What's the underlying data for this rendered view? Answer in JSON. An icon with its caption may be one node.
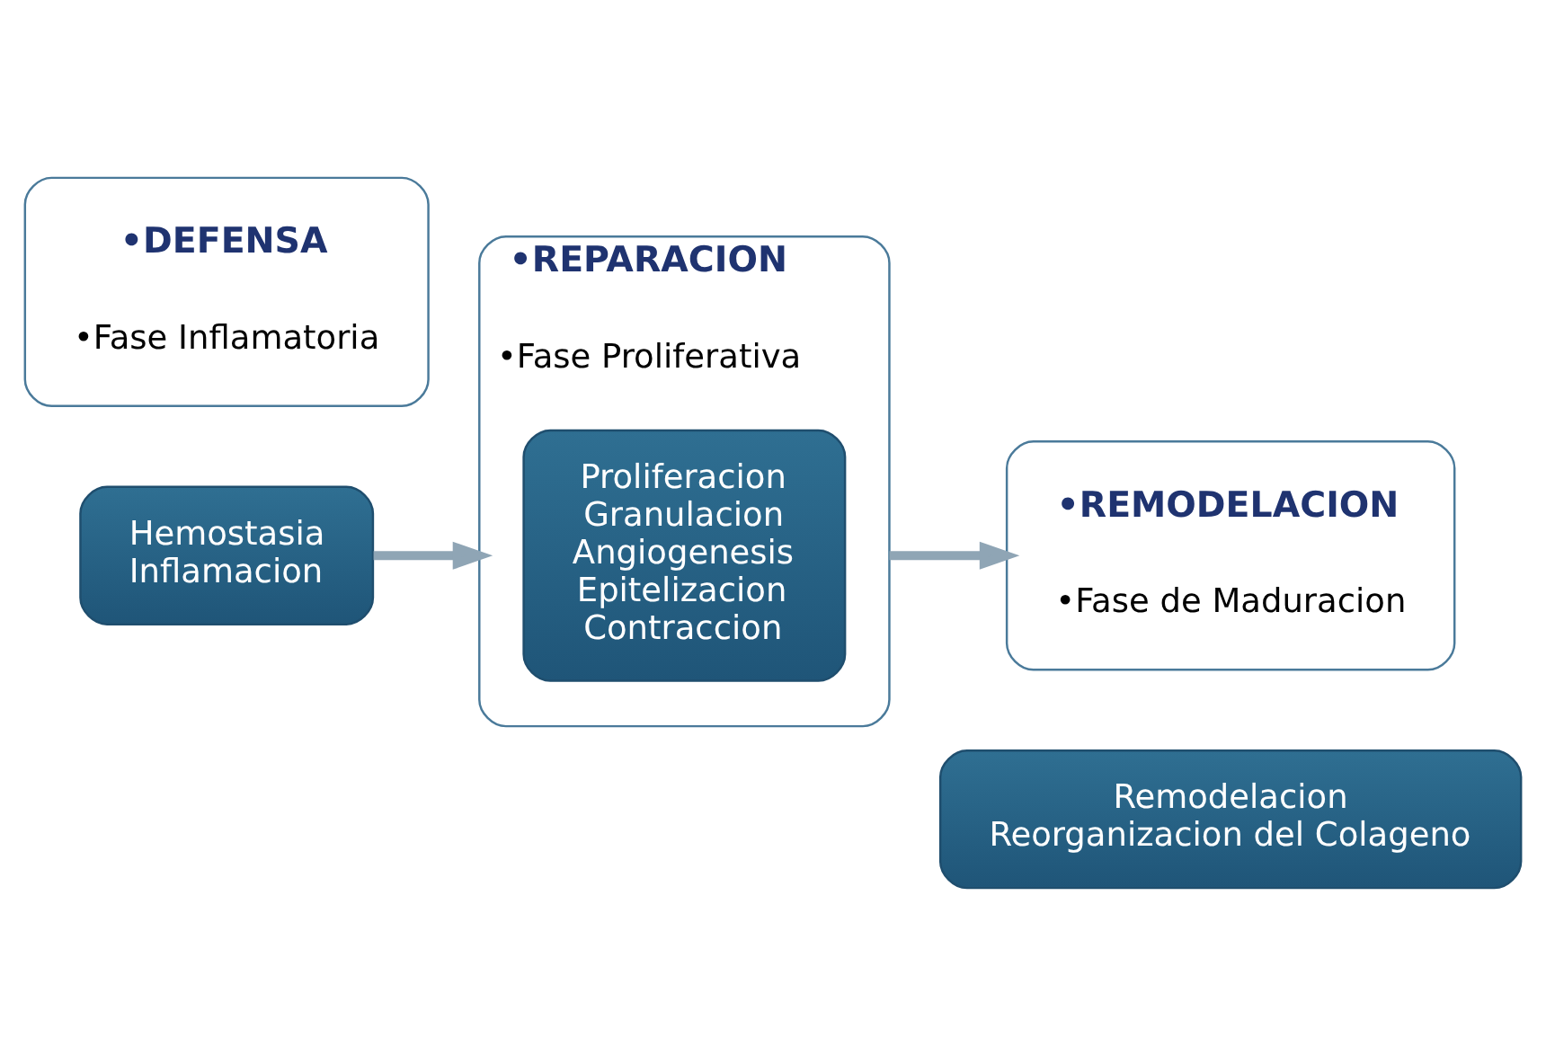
{
  "diagram": {
    "nodes": [
      {
        "text": [
          "•DEFENSA",
          "•Fase Inflamatoria"
        ]
      },
      {
        "text": [
          "Hemostasia",
          "Inflamacion"
        ]
      },
      {
        "text": [
          "•REPARACION",
          "•Fase Proliferativa"
        ]
      },
      {
        "text": [
          "Proliferacion",
          "Granulacion",
          "Angiogenesis",
          "Epitelizacion",
          "Contraccion"
        ],
        "in": 2
      },
      {
        "text": [
          "•REMODELACION",
          "•Fase de Maduracion"
        ]
      },
      {
        "text": [
          "Remodelacion",
          "Reorganizacion del Colageno"
        ]
      }
    ],
    "edges": [
      {
        "from": 1,
        "to": 2,
        "arrow": "to"
      },
      {
        "from": 2,
        "to": 4,
        "arrow": "to"
      }
    ]
  }
}
